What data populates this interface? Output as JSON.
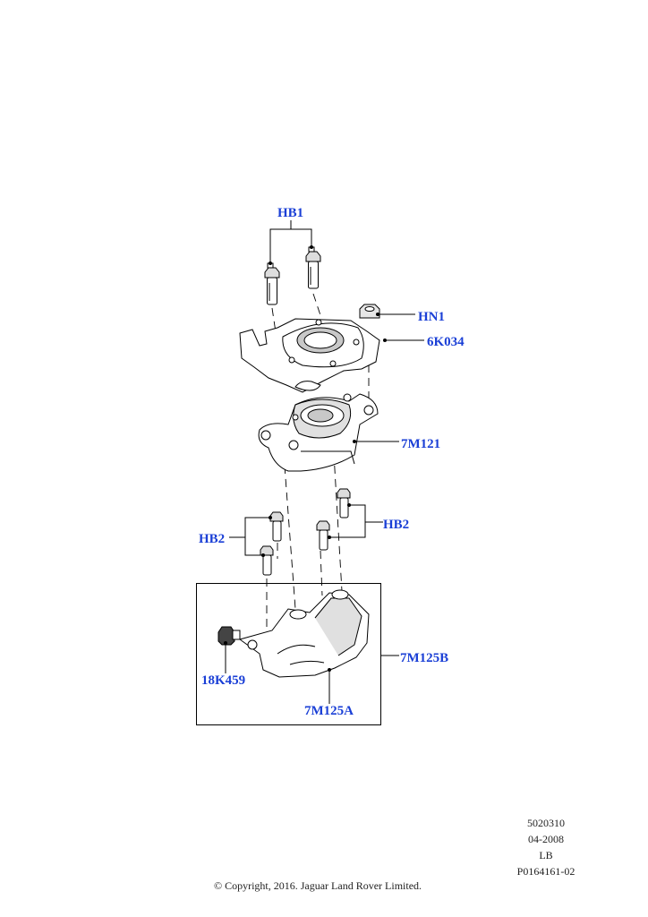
{
  "callouts": {
    "hb1": "HB1",
    "hn1": "HN1",
    "k6034": "6K034",
    "m7121": "7M121",
    "hb2_right": "HB2",
    "hb2_left": "HB2",
    "m7125b": "7M125B",
    "k18459": "18K459",
    "m7125a": "7M125A"
  },
  "footer": {
    "illustration_number": "5020310",
    "date": "04-2008",
    "code": "LB",
    "part_ref": "P0164161-02"
  },
  "copyright": "© Copyright, 2016. Jaguar Land Rover Limited.",
  "colors": {
    "callout_text": "#1a3fd6",
    "line": "#000000",
    "part_fill": "#ffffff",
    "shade": "#c8c8c8"
  }
}
